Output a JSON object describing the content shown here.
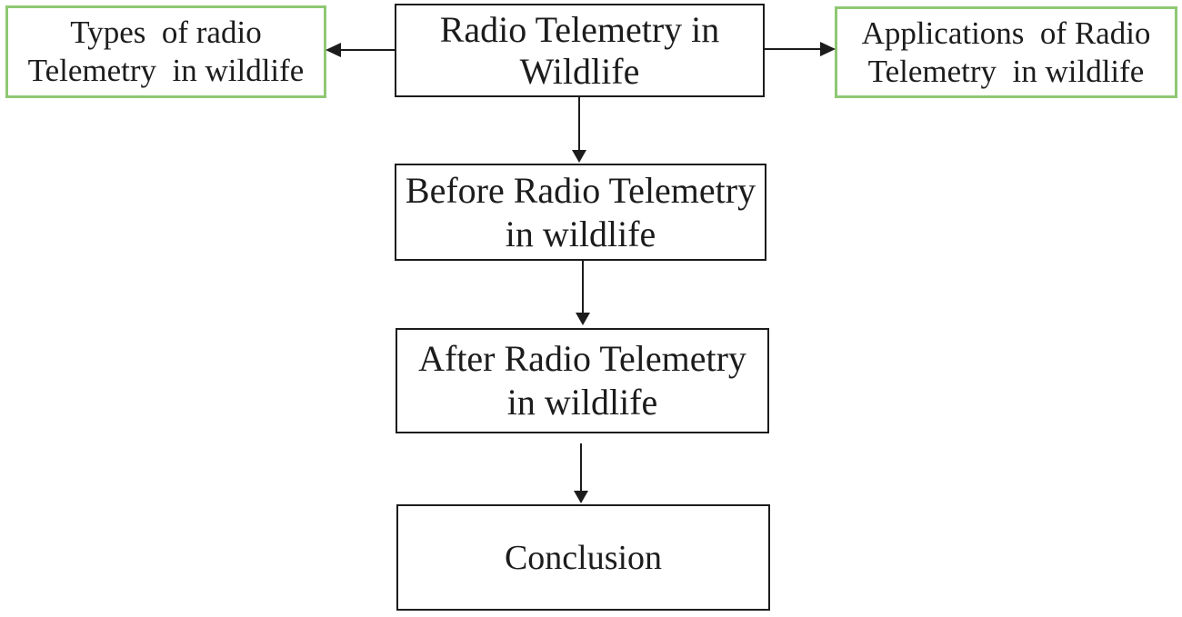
{
  "diagram": {
    "type": "flowchart",
    "colors": {
      "green_border": "#8FC873",
      "black_border": "#1c1c1c",
      "text": "#1c1c1c",
      "background": "#ffffff"
    },
    "nodes": {
      "root": {
        "label": "Radio Telemetry in\nWildlife"
      },
      "types": {
        "label": "Types  of radio\nTelemetry  in wildlife"
      },
      "applications": {
        "label": "Applications  of Radio\nTelemetry  in wildlife"
      },
      "before": {
        "label": "Before Radio Telemetry\nin wildlife"
      },
      "after": {
        "label": "After Radio Telemetry\nin wildlife"
      },
      "conclusion": {
        "label": "Conclusion"
      }
    },
    "edges": [
      {
        "from": "root",
        "to": "types",
        "direction": "left"
      },
      {
        "from": "root",
        "to": "applications",
        "direction": "right"
      },
      {
        "from": "root",
        "to": "before",
        "direction": "down"
      },
      {
        "from": "before",
        "to": "after",
        "direction": "down"
      },
      {
        "from": "after",
        "to": "conclusion",
        "direction": "down"
      }
    ]
  }
}
